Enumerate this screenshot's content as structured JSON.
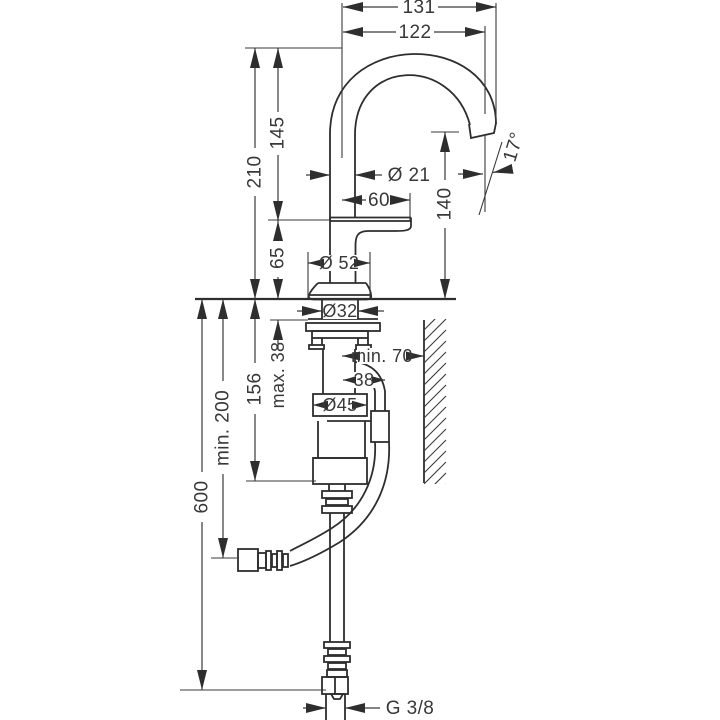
{
  "dimensions": {
    "reach_total": "131",
    "reach_aerator": "122",
    "height_total": "210",
    "height_to_spout": "145",
    "spout_tube_diameter": "Ø 21",
    "handle_projection": "60",
    "base_section_height": "65",
    "aerator_height": "140",
    "spout_angle": "17°",
    "base_diameter": "Ø 52",
    "shank_diameter": "Ø32",
    "min_wall_distance": "min. 70",
    "max_deck_thickness": "max. 38",
    "hose_offset": "38",
    "body_diameter": "Ø45",
    "shank_assembly_height": "156",
    "min_clearance_below": "min. 200",
    "hose_length": "600",
    "connection_thread": "G 3/8"
  }
}
